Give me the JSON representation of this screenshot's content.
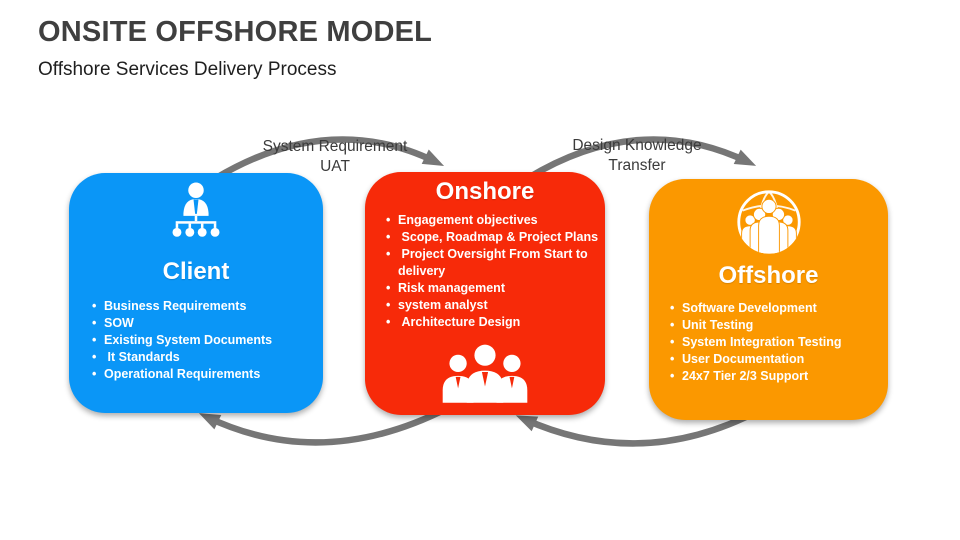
{
  "slide": {
    "title": "ONSITE OFFSHORE MODEL",
    "subtitle": "Offshore Services Delivery Process"
  },
  "colors": {
    "client_blue": "#0a96f7",
    "onshore_red": "#f72a09",
    "offshore_orange": "#fb9800",
    "arrow_gray": "#767676",
    "title_gray": "#3f3f3f"
  },
  "flow_labels": {
    "client_to_onshore": {
      "line1": "System Requirement",
      "line2": "UAT"
    },
    "onshore_to_offshore": {
      "line1": "Design Knowledge",
      "line2": "Transfer"
    }
  },
  "nodes": [
    {
      "title": "Client",
      "icon": "person-org-chart-icon",
      "color": "#0a96f7",
      "items": [
        "Business Requirements",
        "SOW",
        "Existing System Documents",
        " It Standards",
        "Operational Requirements"
      ]
    },
    {
      "title": "Onshore",
      "icon": "team-icon",
      "color": "#f72a09",
      "items": [
        "Engagement objectives",
        " Scope, Roadmap & Project Plans",
        " Project Oversight From Start to\ndelivery",
        "Risk management",
        "system analyst",
        " Architecture Design"
      ]
    },
    {
      "title": "Offshore",
      "icon": "global-team-icon",
      "color": "#fb9800",
      "items": [
        "Software Development",
        "Unit Testing",
        "System Integration Testing",
        "User Documentation",
        "24x7 Tier 2/3 Support"
      ]
    }
  ]
}
